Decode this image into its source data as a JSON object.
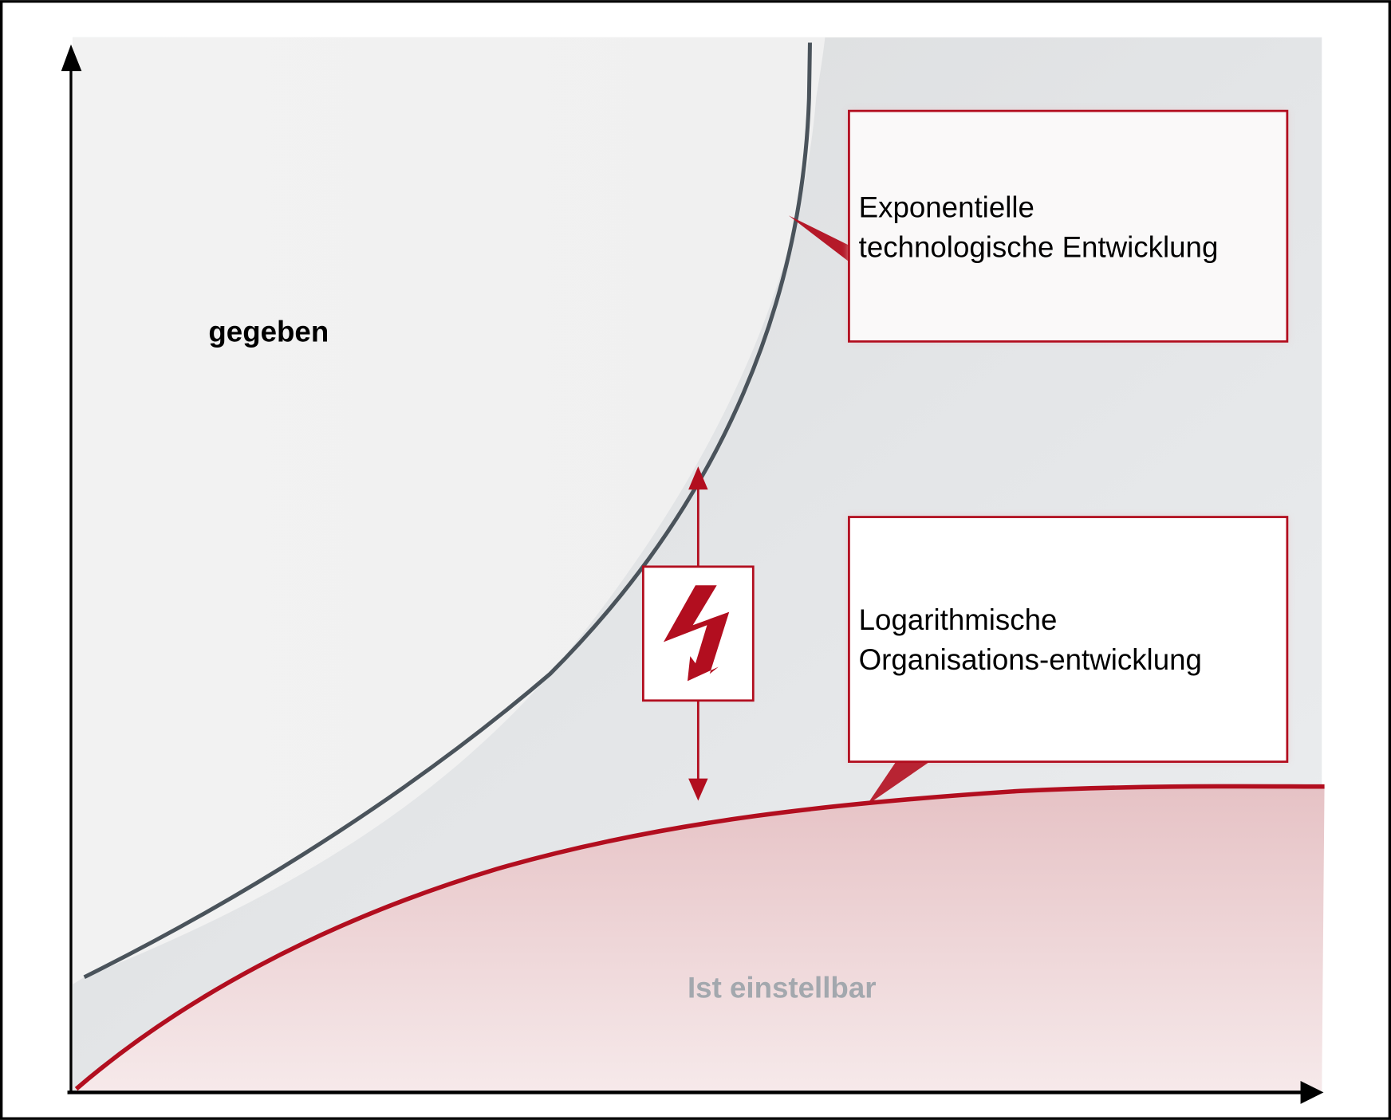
{
  "diagram": {
    "labels": {
      "top_region": "gegeben",
      "bottom_region": "Ist einstellbar"
    },
    "callouts": [
      {
        "id": "exponential",
        "line1": "Exponentielle",
        "line2": "technologische Entwicklung"
      },
      {
        "id": "logarithmic",
        "line1": "Logarithmische",
        "line2": "Organisations-entwicklung"
      }
    ],
    "icons": {
      "gap_indicator": "lightning-bolt-icon",
      "double_arrow": "vertical-double-arrow-icon"
    },
    "colors": {
      "accent_red": "#b20e1f",
      "curve_dark": "#4a535b",
      "bottom_label_gray": "#a3a8ae",
      "region_light": "#f1f1f1",
      "region_mid": "#dfe1e3",
      "region_pink": "#e8c4c7"
    }
  }
}
